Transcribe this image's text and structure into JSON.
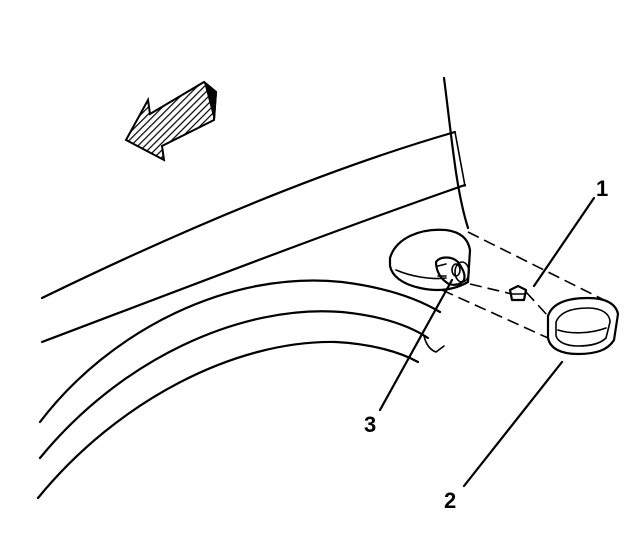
{
  "diagram": {
    "callouts": [
      {
        "id": "1",
        "label": "1"
      },
      {
        "id": "2",
        "label": "2"
      },
      {
        "id": "3",
        "label": "3"
      }
    ]
  },
  "colors": {
    "line": "#000000",
    "background": "#ffffff"
  },
  "icons": {
    "direction": "forward-arrow-icon"
  }
}
